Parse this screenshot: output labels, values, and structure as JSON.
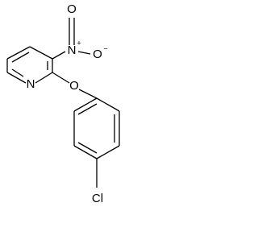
{
  "molecule": {
    "atoms": {
      "nitrogen_nitro": "N",
      "nitro_charge_plus": "+",
      "oxygen_nitro_top": "O",
      "oxygen_nitro_right": "O",
      "nitro_charge_minus": "−",
      "nitrogen_pyridine": "N",
      "oxygen_ether": "O",
      "chlorine": "Cl"
    },
    "colors": {
      "bond": "#000000",
      "label": "#000000",
      "background": "#ffffff"
    }
  }
}
